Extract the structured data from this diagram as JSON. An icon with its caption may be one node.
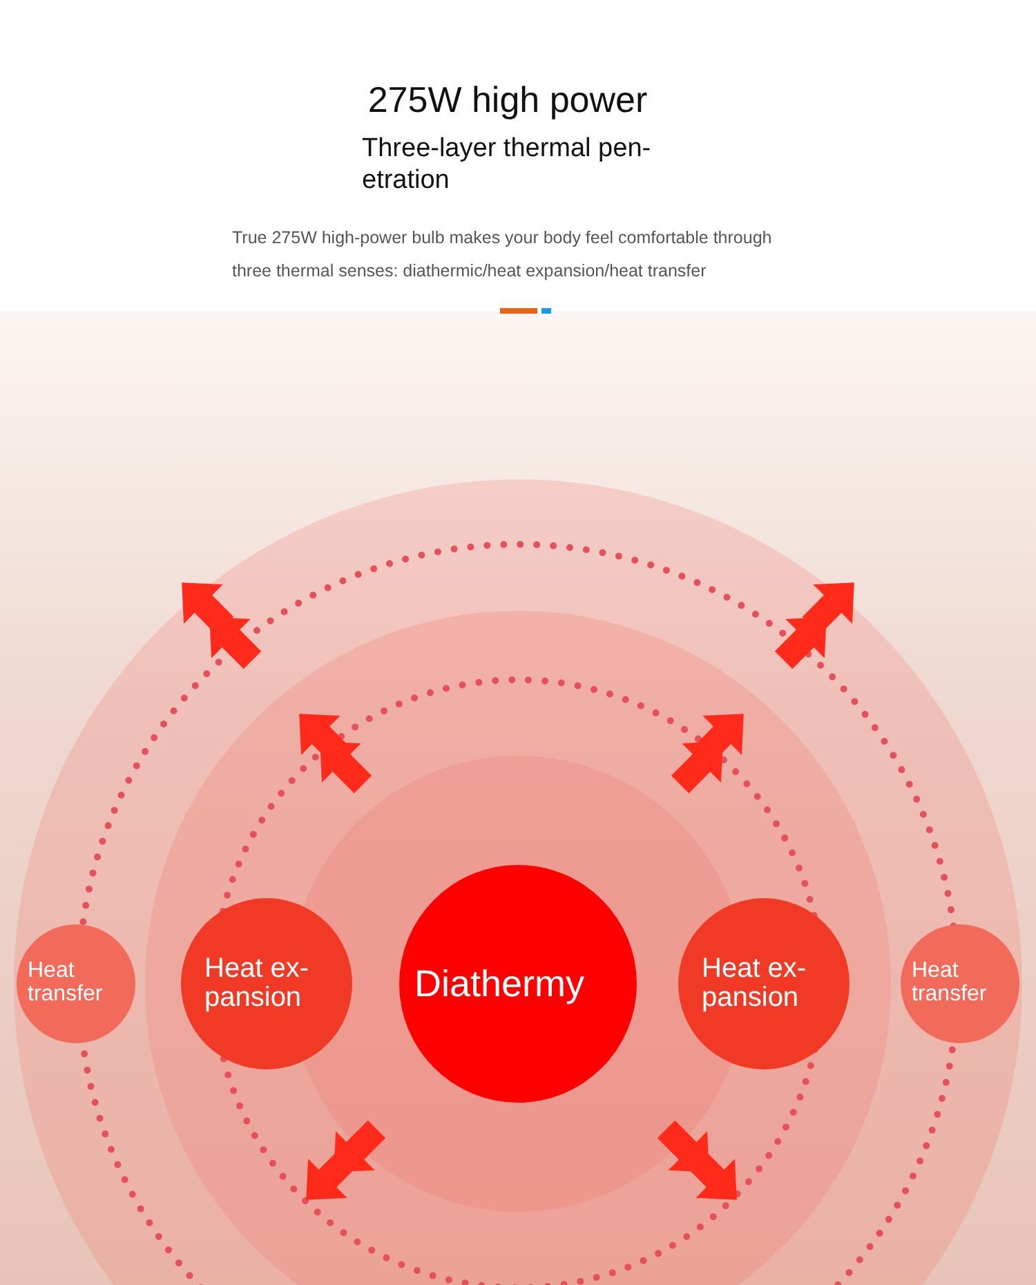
{
  "diagram": {
    "title": "275W high power",
    "nodes": [
      {
        "text": [
          "Heat transfer"
        ]
      },
      {
        "text": [
          "Heat ex- pansion"
        ]
      },
      {
        "text": [
          "Diathermy"
        ]
      },
      {
        "text": [
          "Heat ex- pansion"
        ]
      },
      {
        "text": [
          "Heat transfer"
        ]
      }
    ],
    "labels": [
      "Three-layer thermal pen- etration",
      "True 275W high-power bulb makes your body feel comfortable through three thermal senses: diathermic/heat expansion/heat transfer"
    ]
  }
}
